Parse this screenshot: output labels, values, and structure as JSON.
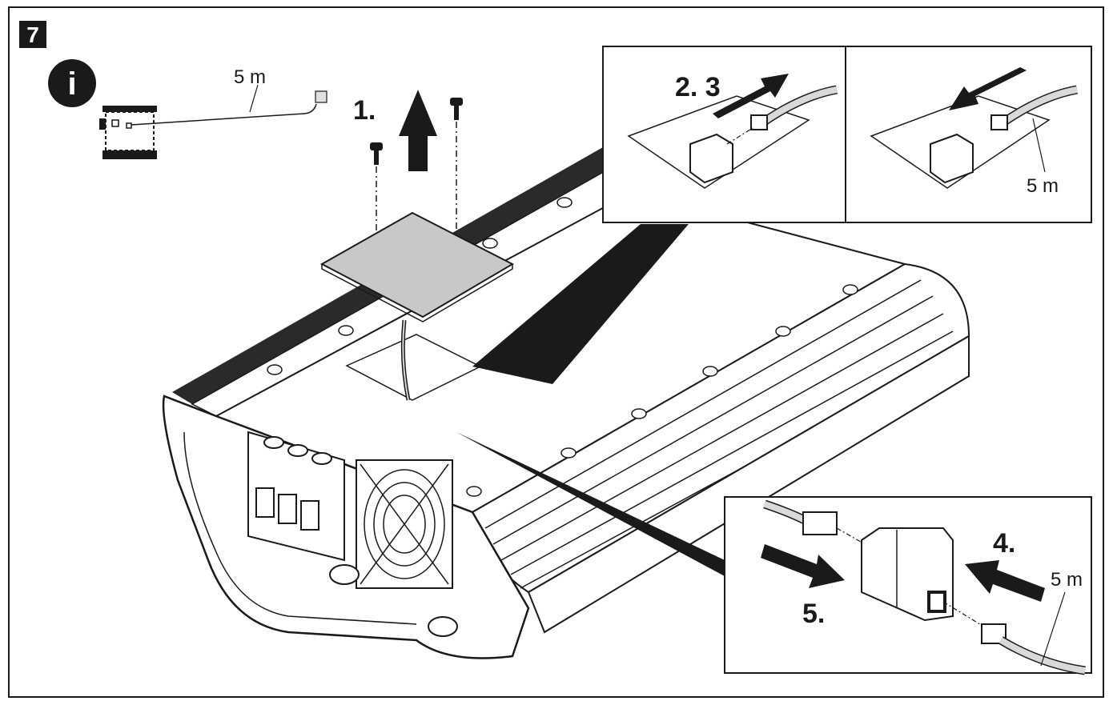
{
  "figure_number": "7",
  "info_icon": {
    "name": "info-icon",
    "glyph": "i"
  },
  "cable_length_label": "5 m",
  "steps": {
    "step1": "1.",
    "step23": "2. 3",
    "step4": "4.",
    "step5": "5."
  },
  "colors": {
    "ink": "#1a1a1a",
    "cover_plate": "#c8c8c8",
    "cable": "#d9d9d9",
    "background": "#ffffff"
  }
}
